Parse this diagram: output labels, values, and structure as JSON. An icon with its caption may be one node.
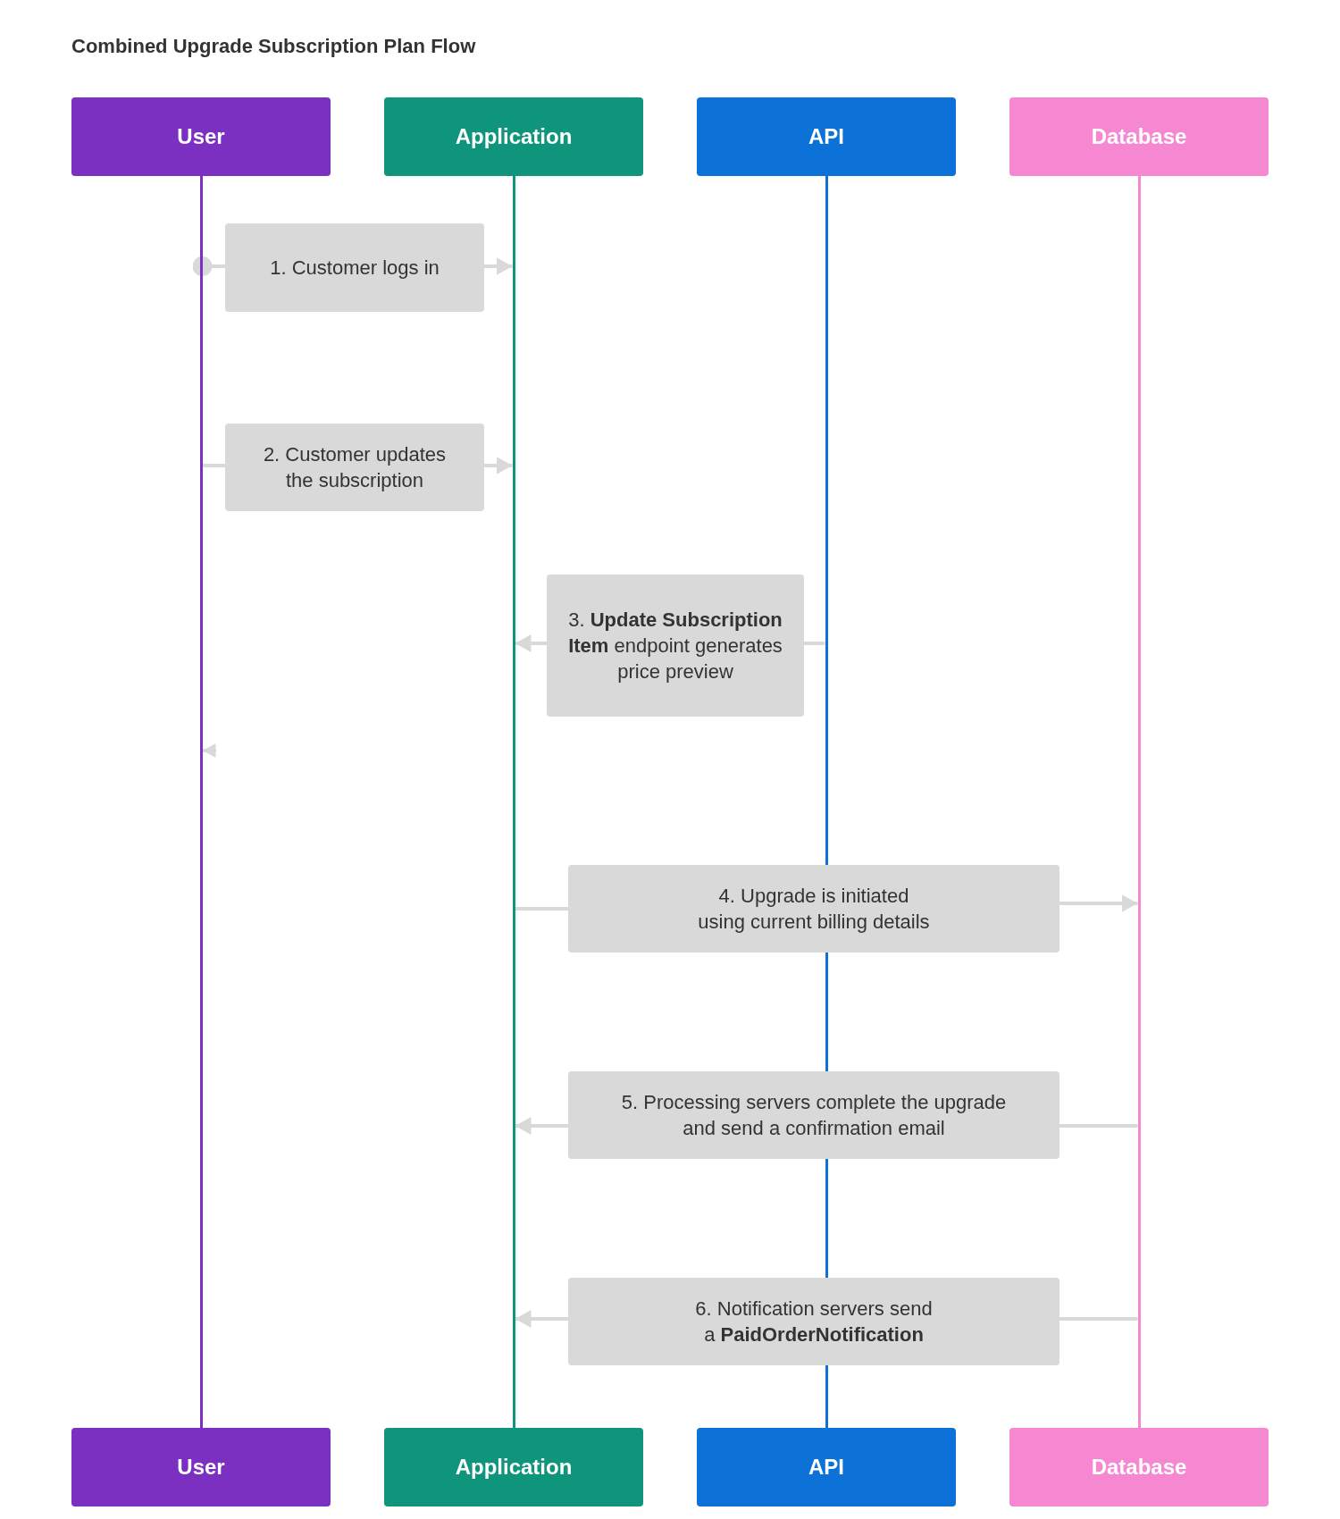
{
  "diagram": {
    "title": "Combined Upgrade Subscription Plan Flow",
    "nodes": [
      {
        "text": [
          "User"
        ]
      },
      {
        "text": [
          "Application"
        ]
      },
      {
        "text": [
          "API"
        ]
      },
      {
        "text": [
          "Database"
        ]
      },
      {
        "text": [],
        "shape": "line"
      },
      {
        "text": [],
        "shape": "line"
      },
      {
        "text": [],
        "shape": "line"
      },
      {
        "text": [],
        "shape": "line"
      },
      {
        "text": [
          "1. Customer logs in"
        ]
      },
      {
        "text": [
          "2. Customer updates the subscription"
        ]
      },
      {
        "text": [
          "3. **Update Subscription Item** endpoint generates price preview"
        ]
      },
      {
        "text": [
          "4. Upgrade is initiated using current billing details"
        ]
      },
      {
        "text": [
          "5. Processing servers complete the upgrade and send a confirmation email"
        ]
      },
      {
        "text": [
          "6. Notification servers send a **PaidOrderNotification**"
        ]
      },
      {
        "text": [
          "User"
        ]
      },
      {
        "text": [
          "Application"
        ]
      },
      {
        "text": [
          "API"
        ]
      },
      {
        "text": [
          "Database"
        ]
      }
    ],
    "edges": [
      {
        "from": 4,
        "to": 8,
        "arrow": "other"
      },
      {
        "from": 8,
        "to": 5,
        "arrow": "to"
      },
      {
        "from": 4,
        "to": 9,
        "arrow": "none"
      },
      {
        "from": 9,
        "to": 5,
        "arrow": "to"
      },
      {
        "from": 6,
        "to": 10,
        "arrow": "none"
      },
      {
        "from": 10,
        "to": 5,
        "arrow": "to"
      },
      {
        "from": null,
        "to": 4,
        "arrow": "to"
      },
      {
        "from": 5,
        "to": 11,
        "arrow": "none"
      },
      {
        "from": 11,
        "to": 7,
        "arrow": "to"
      },
      {
        "from": 7,
        "to": 12,
        "arrow": "none"
      },
      {
        "from": 12,
        "to": 5,
        "arrow": "to"
      },
      {
        "from": 7,
        "to": 13,
        "arrow": "none"
      },
      {
        "from": 13,
        "to": 5,
        "arrow": "to"
      }
    ]
  }
}
